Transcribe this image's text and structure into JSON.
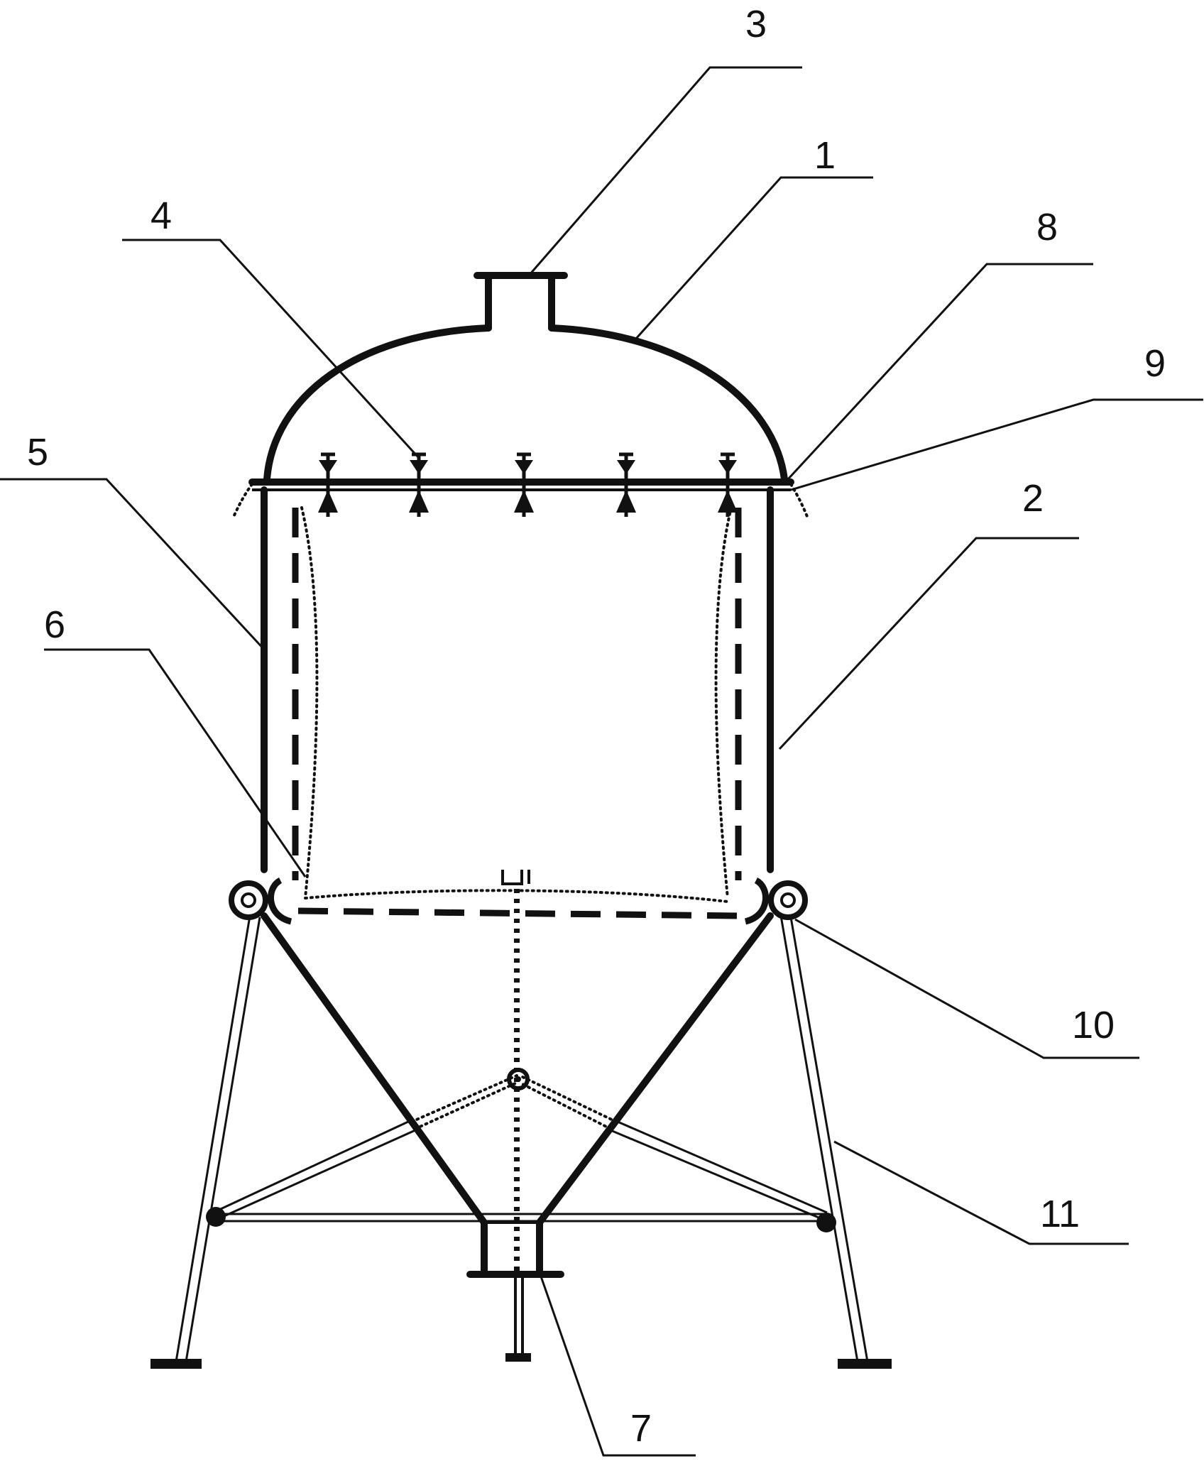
{
  "figure": {
    "background": "#ffffff",
    "ink": "#111111"
  },
  "callouts": [
    {
      "id": "c1",
      "label": "1"
    },
    {
      "id": "c2",
      "label": "2"
    },
    {
      "id": "c3",
      "label": "3"
    },
    {
      "id": "c4",
      "label": "4"
    },
    {
      "id": "c5",
      "label": "5"
    },
    {
      "id": "c6",
      "label": "6"
    },
    {
      "id": "c7",
      "label": "7"
    },
    {
      "id": "c8",
      "label": "8"
    },
    {
      "id": "c9",
      "label": "9"
    },
    {
      "id": "c10",
      "label": "10"
    },
    {
      "id": "c11",
      "label": "11"
    }
  ]
}
